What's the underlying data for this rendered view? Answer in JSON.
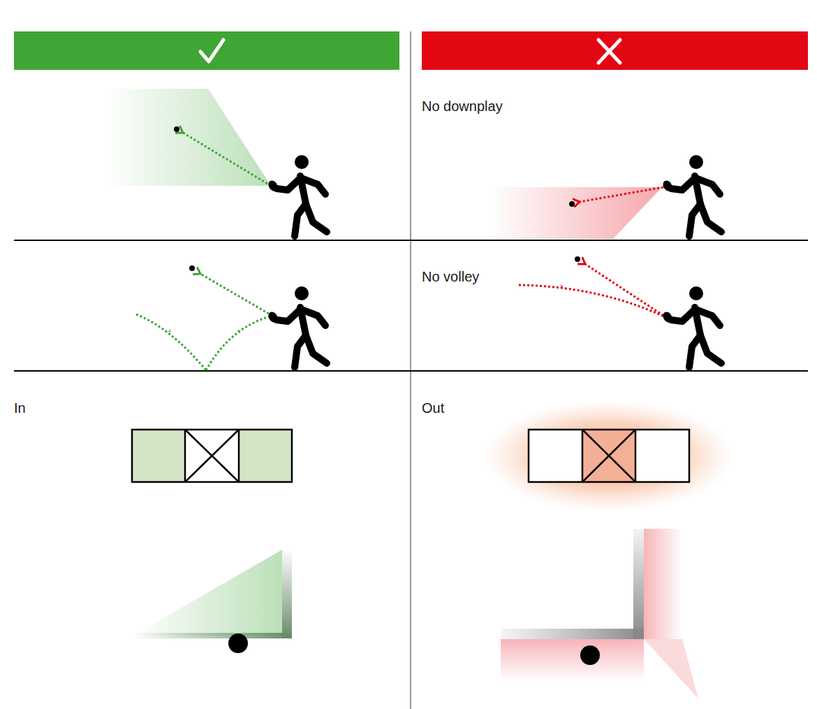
{
  "diagram": {
    "labels": [
      "No downplay",
      "No volley",
      "In",
      "Out"
    ]
  }
}
